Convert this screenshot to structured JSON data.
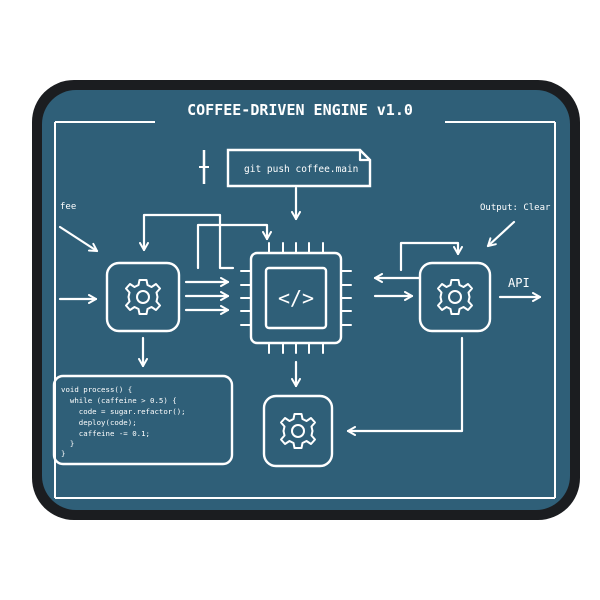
{
  "colors": {
    "mat_background": "#2f5f78",
    "mat_rim": "#1b1d20",
    "line": "#ffffff"
  },
  "title": "COFFEE-DRIVEN ENGINE v1.0",
  "labels": {
    "left_input_partial": "fee",
    "git_command": "git push coffee.main",
    "output_partial": "Output: Clear",
    "api": "API",
    "cpu_symbol": "</>"
  },
  "code_block": {
    "lines": [
      "void process() {",
      "  while (caffeine > 0.5) {",
      "    code = sugar.refactor();",
      "    deploy(code);",
      "    caffeine -= 0.1;",
      "  }",
      "}"
    ]
  },
  "icons": {
    "left_module": "gear-icon",
    "right_module": "gear-icon",
    "bottom_module": "gear-icon",
    "center_chip": "cpu-chip-icon",
    "git_doc": "document-icon"
  }
}
